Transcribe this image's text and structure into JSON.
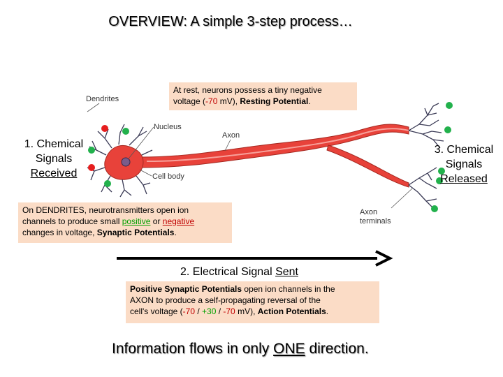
{
  "title": "OVERVIEW:  A simple 3-step process…",
  "resting_box": {
    "line1": "At rest, neurons possess a tiny negative",
    "line2_pre": "voltage (",
    "line2_value": "-70",
    "line2_unit": " mV), ",
    "line2_bold": "Resting Potential",
    "line2_end": "."
  },
  "step1": {
    "line1": "1. Chemical",
    "line2": "Signals",
    "line3": "Received"
  },
  "step2": {
    "prefix": "2. Electrical Signal ",
    "word": "Sent"
  },
  "step3": {
    "line1": "3. Chemical",
    "line2": "Signals",
    "line3": "Released"
  },
  "dendrite_box": {
    "line1": "On DENDRITES, neurotransmitters open ion",
    "line2_pre": "channels to produce small ",
    "positive": "positive",
    "or": " or ",
    "negative": "negative",
    "line3_pre": "changes in voltage, ",
    "line3_bold": "Synaptic Potentials",
    "line3_end": "."
  },
  "action_box": {
    "line1_bold": "Positive Synaptic Potentials",
    "line1_rest": " open ion channels in the",
    "line2": "AXON to produce a self-propagating reversal of the",
    "line3_pre": "cell's voltage (",
    "v1": "-70",
    "sep1": " / ",
    "v2": "+30",
    "sep2": " / ",
    "v3": "-70",
    "line3_unit": " mV), ",
    "line3_bold": "Action Potentials",
    "line3_end": "."
  },
  "neuron_labels": {
    "dendrites": "Dendrites",
    "nucleus": "Nucleus",
    "axon": "Axon",
    "cell_body": "Cell body",
    "axon_terminals_1": "Axon",
    "axon_terminals_2": "terminals"
  },
  "footer": {
    "pre": "Information flows in only ",
    "word": "ONE",
    "post": " direction."
  },
  "colors": {
    "box_fill": "#fbdcc6",
    "neuron": "#e8423a",
    "dendrite": "#3a3a55",
    "positive": "#00a000",
    "negative": "#c00000",
    "dot_red": "#e61e1e",
    "dot_green": "#22b14c"
  }
}
